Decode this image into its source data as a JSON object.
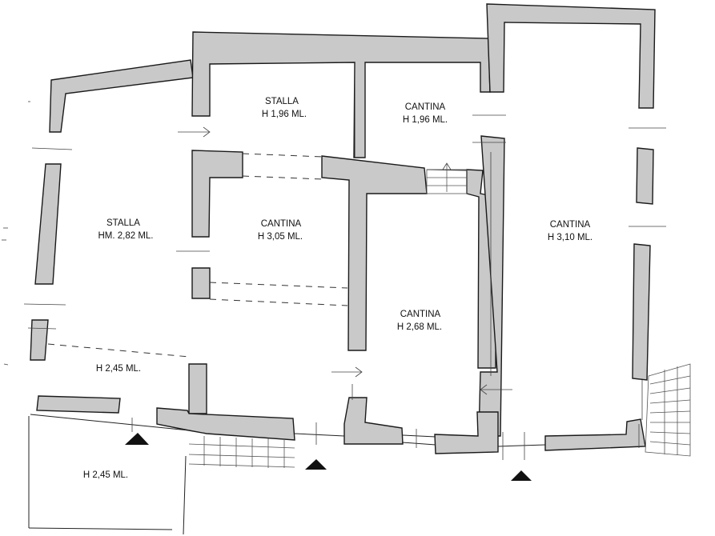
{
  "rooms": [
    {
      "name": "STALLA",
      "height": "H 1,96 ML."
    },
    {
      "name": "CANTINA",
      "height": "H 1,96 ML."
    },
    {
      "name": "STALLA",
      "height": "HM. 2,82 ML."
    },
    {
      "name": "CANTINA",
      "height": "H 3,05 ML."
    },
    {
      "name": "CANTINA",
      "height": "H 2,68 ML."
    },
    {
      "name": "CANTINA",
      "height": "H 3,10 ML."
    },
    {
      "name": "",
      "height": "H 2,45 ML."
    },
    {
      "name": "",
      "height": "H 2,45 ML."
    }
  ]
}
